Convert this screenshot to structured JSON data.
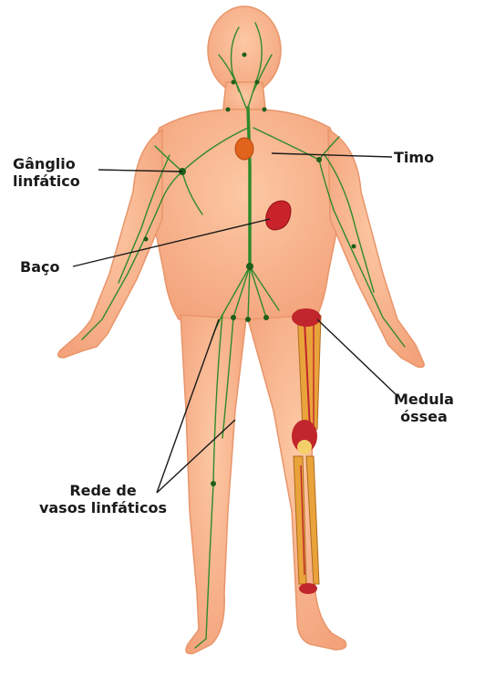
{
  "labels": {
    "lymph_node": [
      "Gânglio",
      "linfático"
    ],
    "thymus": "Timo",
    "spleen": "Baço",
    "bone_marrow": [
      "Medula",
      "óssea"
    ],
    "vessels": [
      "Rede de",
      "vasos linfáticos"
    ]
  },
  "colors": {
    "skin": "#f8b48c",
    "skin_edge": "#e9956a",
    "lymph": "#2f8a2a",
    "lymph_node": "#1e5e1a",
    "spleen": "#c8222a",
    "thymus": "#e0641c",
    "bone": "#e9a33b",
    "marrow": "#c0262c",
    "leader": "#1a1a1a"
  }
}
